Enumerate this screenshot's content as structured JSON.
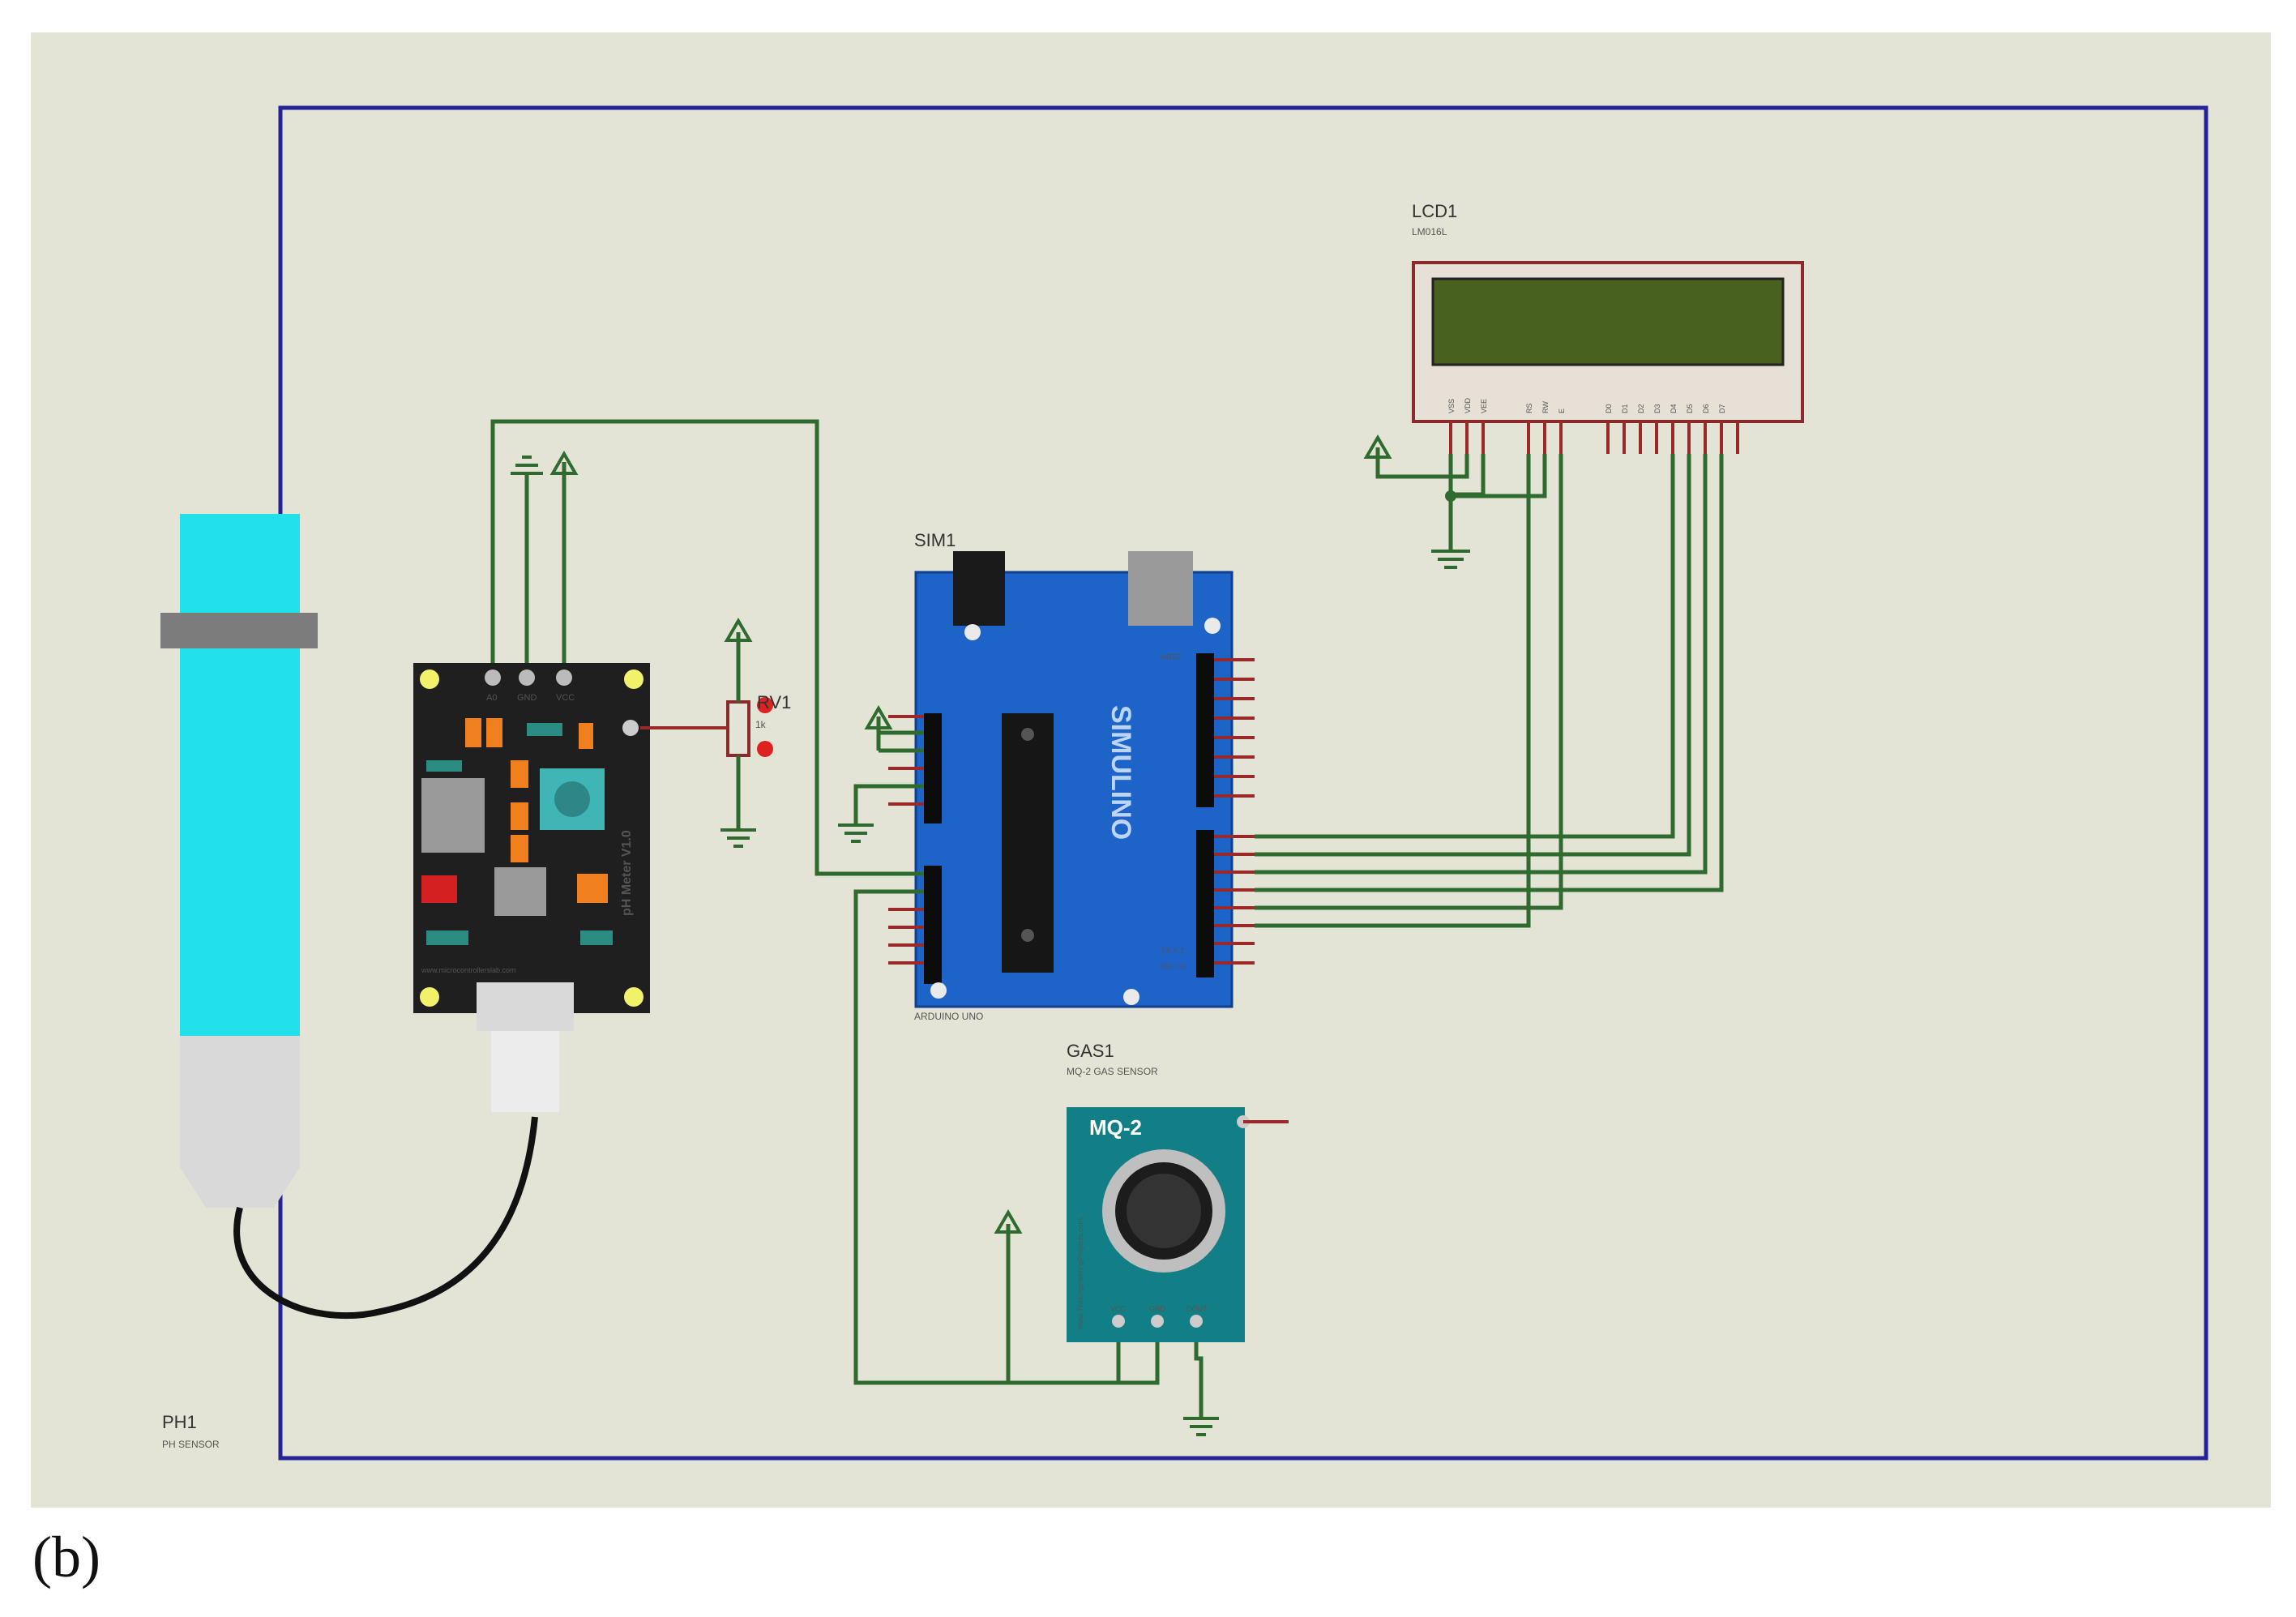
{
  "caption": "(b)",
  "components": {
    "lcd": {
      "ref": "LCD1",
      "part": "LM016L",
      "pins": [
        "VSS",
        "VDD",
        "VEE",
        "RS",
        "RW",
        "E",
        "D0",
        "D1",
        "D2",
        "D3",
        "D4",
        "D5",
        "D6",
        "D7"
      ]
    },
    "arduino": {
      "ref": "SIM1",
      "part": "ARDUINO UNO",
      "logo_text": "SIMULINO",
      "aref_label": "AREF",
      "tx_label": "TX < 1",
      "rx_label": "RX < 0"
    },
    "ph_meter": {
      "ref": "PH1",
      "part": "PH SENSOR",
      "board_title": "pH Meter V1.0",
      "pins": [
        "A0",
        "GND",
        "VCC"
      ],
      "url": "www.microcontrollerslab.com"
    },
    "potentiometer": {
      "ref": "RV1",
      "value": "1k"
    },
    "gas_sensor": {
      "ref": "GAS1",
      "part": "MQ-2 GAS SENSOR",
      "board_title": "MQ-2",
      "pins": [
        "VCC",
        "GND",
        "DOUT"
      ],
      "side_url": "www.TheEngineeringProjects.com"
    }
  },
  "colors": {
    "canvas": "#e3e3d6",
    "frame": "#24249a",
    "wire": "#2f6b2f",
    "arduino": "#1e64c8",
    "gas_board": "#127f86",
    "lcd_screen": "#48611f"
  }
}
